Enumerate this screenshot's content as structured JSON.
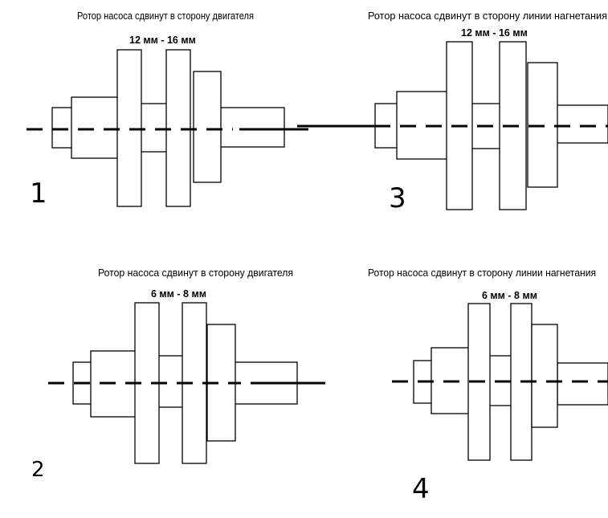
{
  "panels": [
    {
      "number": "1",
      "title": "Ротор насоса сдвинут в сторону двигателя",
      "offset": "12 мм - 16 мм"
    },
    {
      "number": "2",
      "title": "Ротор насоса сдвинут в сторону двигателя",
      "offset": "6 мм - 8 мм"
    },
    {
      "number": "3",
      "title": "Ротор насоса сдвинут в сторону линии нагнетания",
      "offset": "12 мм - 16 мм"
    },
    {
      "number": "4",
      "title": "Ротор насоса сдвинут в сторону линии нагнетания",
      "offset": "6 мм - 8 мм"
    }
  ]
}
